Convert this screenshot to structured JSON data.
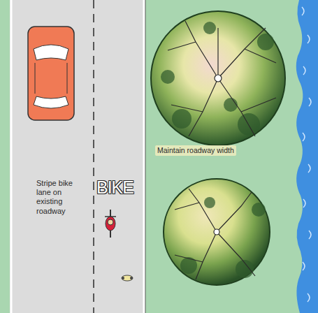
{
  "diagram": {
    "labels": [
      "Stripe bike lane on existing roadway",
      "Maintain roadway width",
      "BIKE"
    ]
  }
}
